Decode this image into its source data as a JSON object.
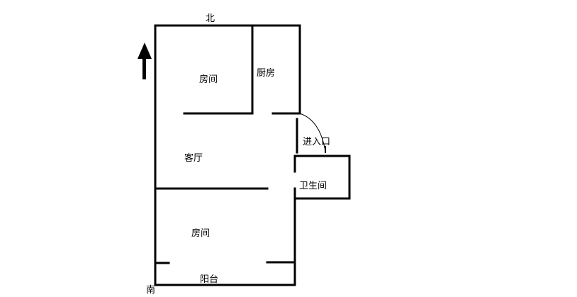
{
  "labels": {
    "north": "北",
    "south": "南",
    "room_top": "房间",
    "kitchen": "厨房",
    "entrance": "进入口",
    "living_room": "客厅",
    "bathroom": "卫生间",
    "room_bottom": "房间",
    "balcony": "阳台"
  },
  "colors": {
    "line": "#000000",
    "background": "#ffffff"
  },
  "icons": {
    "north_arrow": "arrow-up-icon"
  }
}
